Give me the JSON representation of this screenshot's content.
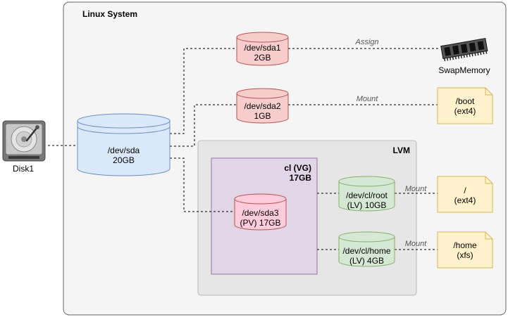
{
  "system_title": "Linux System",
  "lvm_title": "LVM",
  "vg": {
    "name": "cl (VG)",
    "size": "17GB"
  },
  "disk": {
    "label": "Disk1"
  },
  "sda": {
    "name": "/dev/sda",
    "size": "20GB"
  },
  "sda1": {
    "name": "/dev/sda1",
    "size": "2GB"
  },
  "sda2": {
    "name": "/dev/sda2",
    "size": "1GB"
  },
  "sda3": {
    "name": "/dev/sda3",
    "size": "(PV) 17GB"
  },
  "lv_root": {
    "name": "/dev/cl/root",
    "size": "(LV) 10GB"
  },
  "lv_home": {
    "name": "/dev/cl/home",
    "size": "(LV) 4GB"
  },
  "swap": {
    "label": "SwapMemory"
  },
  "notes": {
    "boot": {
      "path": "/boot",
      "fs": "(ext4)"
    },
    "root": {
      "path": "/",
      "fs": "(ext4)"
    },
    "home": {
      "path": "/home",
      "fs": "(xfs)"
    }
  },
  "edges": {
    "assign": "Assign",
    "mount_boot": "Mount",
    "mount_root": "Mount",
    "mount_home": "Mount"
  },
  "colors": {
    "sda_fill": "#dae8fc",
    "sda_stroke": "#6c8ebf",
    "part_fill": "#f8cecc",
    "part_stroke": "#b85450",
    "pv_fill": "#ffccdd",
    "lv_fill": "#d5e8d4",
    "lv_stroke": "#82b366",
    "note_fill": "#fff2cc",
    "note_stroke": "#d6b656",
    "vg_fill": "#e1d5e7",
    "vg_stroke": "#9673a6",
    "lvm_fill": "#e6e6e6",
    "system_fill": "#f5f5f5"
  }
}
